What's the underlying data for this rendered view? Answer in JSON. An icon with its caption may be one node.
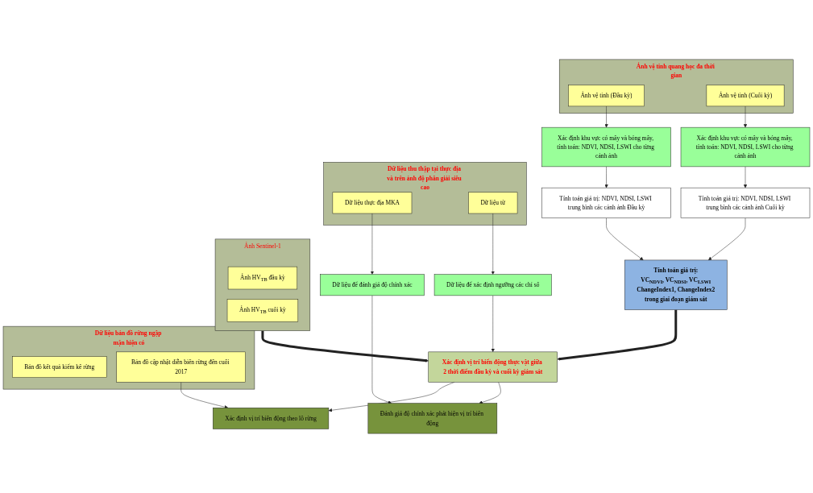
{
  "diagram": {
    "nodes": [
      {
        "text": [
          "Dữ liệu thu thập tại thực địa và trên ảnh độ phân giải siêu cao"
        ]
      },
      {
        "text": [
          "Dữ liệu thực địa MKA"
        ],
        "in": 0
      },
      {
        "text": [
          "Dữ liệu từ"
        ],
        "in": 0
      },
      {
        "text": [
          "Ảnh vệ tinh quang học đa thời gian"
        ]
      },
      {
        "text": [
          "Ảnh vệ tinh (Đầu kỳ)"
        ],
        "in": 3
      },
      {
        "text": [
          "Ảnh vệ tinh (Cuối kỳ)"
        ],
        "in": 3
      },
      {
        "text": [
          "Dữ liệu bản đồ rừng ngập mặn hiện có"
        ]
      },
      {
        "text": [
          "Bản đồ kết quả kiểm kê rừng"
        ],
        "in": 6
      },
      {
        "text": [
          "Bản đồ cập nhật diễn biến rừng đến cuối 2017"
        ],
        "in": 6
      },
      {
        "text": [
          "Dữ liệu để đánh giá độ chính xác"
        ]
      },
      {
        "text": [
          "Xác định khu vực có mây và bóng mây, tính toán: NDVI, NDSI, LSWI cho từng cảnh ảnh"
        ]
      },
      {
        "text": [
          "Xác định khu vực có mây và bóng mây, tính toán: NDVI, NDSI, LSWI cho từng cảnh ảnh"
        ]
      },
      {
        "text": [
          "Dữ liệu để xác định ngưỡng các chỉ số"
        ]
      },
      {
        "text": [
          "Tính toán giá trị: NDVI, NDSI, LSWI trung bình các cảnh ảnh Đầu kỳ"
        ]
      },
      {
        "text": [
          "Tính toán giá trị: NDVI, NDSI, LSWI trung bình các cảnh ảnh Cuối kỳ"
        ]
      },
      {
        "text": [
          "Xác định vị trí biến động theo lô rừng"
        ]
      },
      {
        "text": [
          "Tính toán giá trị:",
          "VC$_{NDVI}$, VC$_{NDSI}$, VC$_{LSWI}$",
          "ChangeIndex1, ChangeIndex2",
          "trong giai đoạn giám sát"
        ]
      },
      {
        "text": [
          "Ảnh Sentinel-1"
        ]
      },
      {
        "text": [
          "Ảnh HV$_{TB}$ đầu kỳ"
        ],
        "in": 17
      },
      {
        "text": [
          "Ảnh HV$_{TB}$ cuối  kỳ"
        ],
        "in": 17
      },
      {
        "text": [
          "Đánh giá độ chính xác phát hiện vị trí biến động"
        ]
      },
      {
        "text": [
          "Xác định vị trí biến động thực vật giữa 2 thời điểm đầu kỳ và cuối kỳ giám sát"
        ]
      }
    ],
    "edges": [
      {
        "from": 1,
        "to": 9,
        "arrow": "to"
      },
      {
        "from": 2,
        "to": 12,
        "arrow": "to"
      },
      {
        "from": 4,
        "to": 10,
        "arrow": "to"
      },
      {
        "from": 5,
        "to": 11,
        "arrow": "to"
      },
      {
        "from": 10,
        "to": 13,
        "arrow": "to"
      },
      {
        "from": 11,
        "to": 14,
        "arrow": "to"
      },
      {
        "from": 13,
        "to": 16,
        "arrow": "to"
      },
      {
        "from": 14,
        "to": 16,
        "arrow": "to"
      },
      {
        "from": 8,
        "to": 15,
        "arrow": "to"
      },
      {
        "from": 9,
        "to": 20,
        "arrow": "to"
      },
      {
        "from": 12,
        "to": 21,
        "arrow": "to"
      },
      {
        "from": 21,
        "to": 20,
        "arrow": "to"
      },
      {
        "from": 21,
        "to": 15,
        "arrow": "to"
      },
      {
        "from": 16,
        "to": 21,
        "arrow": "to",
        "style": "thick"
      },
      {
        "from": 17,
        "to": 21,
        "arrow": "to",
        "style": "thick"
      }
    ]
  }
}
